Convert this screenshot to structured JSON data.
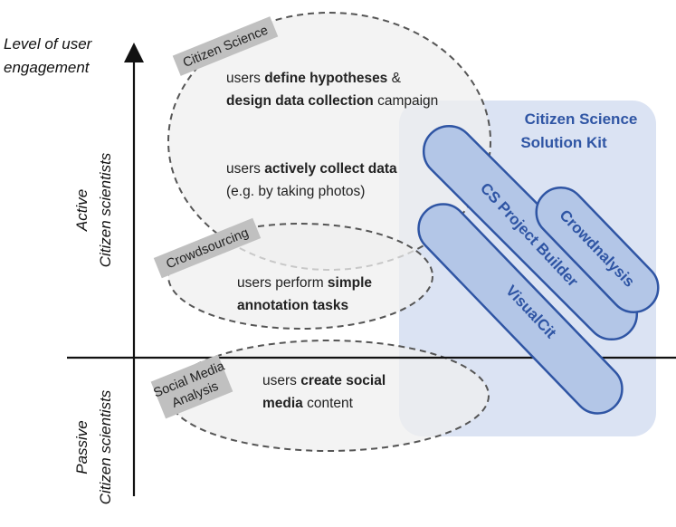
{
  "axis": {
    "y_title_line1": "Level of user",
    "y_title_line2": "engagement",
    "active_line1": "Active",
    "active_line2": "Citizen scientists",
    "passive_line1": "Passive",
    "passive_line2": "Citizen scientists"
  },
  "groups": {
    "citizen_science": {
      "tag": "Citizen Science",
      "block1": {
        "l1a": "users ",
        "l1b": "define hypotheses",
        "l1c": " &",
        "l2a": "design data collection",
        "l2b": " campaign"
      },
      "block2": {
        "l1a": "users ",
        "l1b": "actively collect data",
        "l2": "(e.g. by taking photos)"
      }
    },
    "crowdsourcing": {
      "tag": "Crowdsourcing",
      "l1a": "users perform ",
      "l1b": "simple",
      "l2": "annotation tasks"
    },
    "social_media": {
      "tag_line1": "Social Media",
      "tag_line2": "Analysis",
      "l1a": "users ",
      "l1b": "create social",
      "l2a": "media",
      "l2b": " content"
    }
  },
  "kit": {
    "title_line1": "Citizen Science",
    "title_line2": "Solution Kit",
    "tools": [
      "CS Project Builder",
      "Crowdnalysis",
      "VisualCit"
    ]
  },
  "colors": {
    "axis": "#111111",
    "ellipse_fill": "#efefef",
    "ellipse_stroke": "#555555",
    "tag_fill": "#c0c0c0",
    "kit_fill": "#dbe3f3",
    "pill_fill": "#b3c6e7",
    "pill_stroke": "#2f55a4",
    "accent_text": "#2f55a4"
  }
}
